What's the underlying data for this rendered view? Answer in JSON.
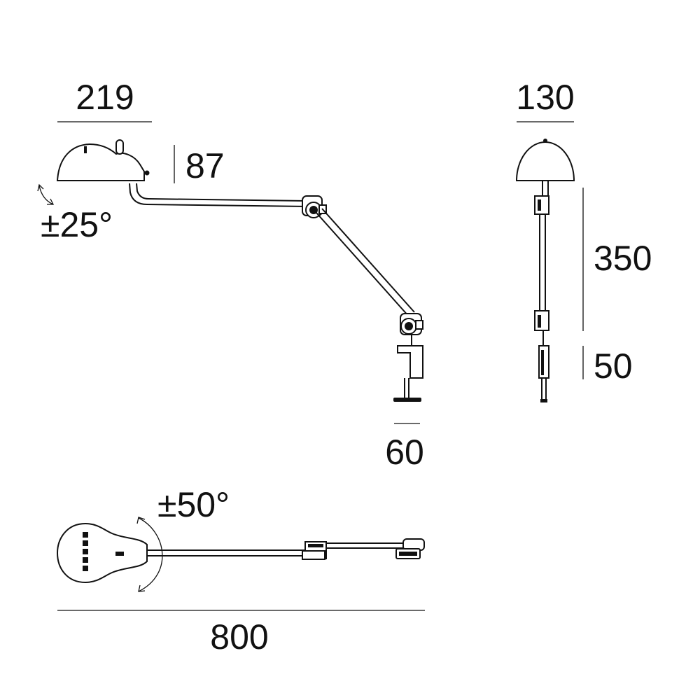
{
  "views": {
    "side": {
      "head_width": "219",
      "head_height": "87",
      "head_tilt": "±25°",
      "base_width": "60"
    },
    "front": {
      "head_width": "130",
      "arm_height": "350",
      "clamp_height": "50"
    },
    "top": {
      "rotation": "±50°",
      "total_length": "800"
    }
  }
}
